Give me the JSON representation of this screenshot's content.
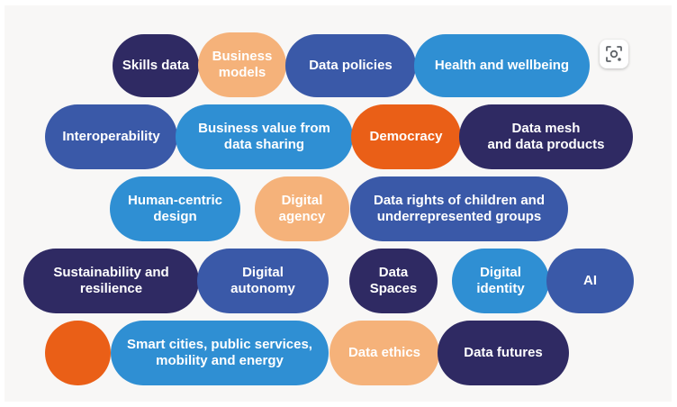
{
  "topics": {
    "skills_data": "Skills data",
    "business_models": "Business\nmodels",
    "data_policies": "Data policies",
    "health_wellbeing": "Health and wellbeing",
    "interoperability": "Interoperability",
    "business_value": "Business value from\ndata sharing",
    "democracy": "Democracy",
    "data_mesh": "Data mesh\nand data products",
    "human_centric": "Human-centric\ndesign",
    "digital_agency": "Digital\nagency",
    "data_rights": "Data rights of children and\nunderrepresented groups",
    "sustainability": "Sustainability and\nresilience",
    "digital_autonomy": "Digital\nautonomy",
    "data_spaces": "Data\nSpaces",
    "digital_identity": "Digital\nidentity",
    "ai": "AI",
    "smart_cities": "Smart cities, public services,\nmobility and energy",
    "data_ethics": "Data ethics",
    "data_futures": "Data futures"
  },
  "icons": {
    "lens": "visual-search-icon"
  },
  "colors": {
    "navy": "#2f2a63",
    "blue": "#3a59a8",
    "sky": "#2f8fd3",
    "peach": "#f5b27a",
    "orange": "#ea5f17",
    "background": "#f8f7f6"
  }
}
